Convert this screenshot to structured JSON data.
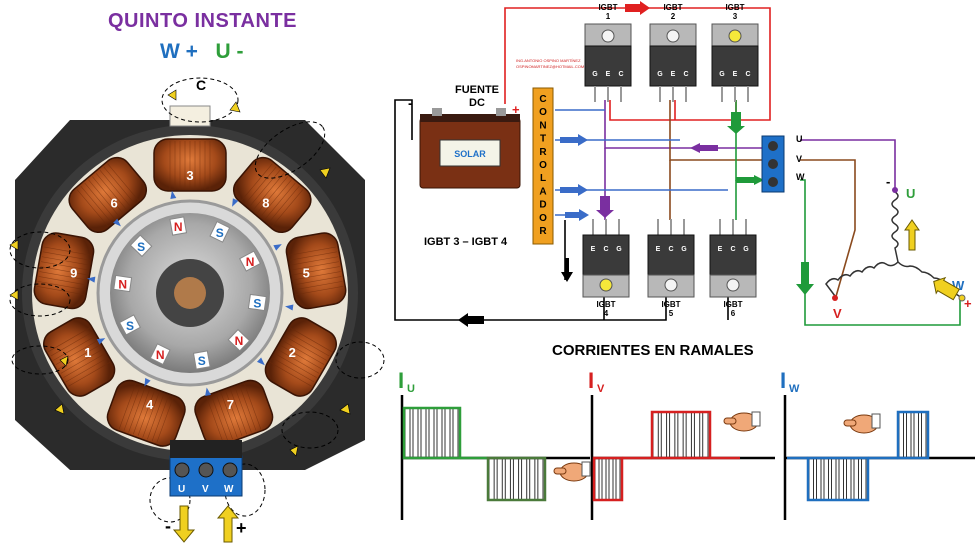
{
  "title": "QUINTO INSTANTE",
  "phases": {
    "w": "W",
    "plus": "+",
    "u": "U",
    "minus": "-"
  },
  "colors": {
    "title": "#7a2fa0",
    "w": "#1f6fbf",
    "u": "#2e9e3a",
    "v": "#d62020",
    "purple": "#7a2fa0",
    "brown": "#8a4a1e",
    "green": "#1f9a3a",
    "blue": "#3a6cc8",
    "red": "#e02020",
    "orange": "#f0a020"
  },
  "motor": {
    "coil_numbers": [
      "1",
      "2",
      "3",
      "4",
      "5",
      "6",
      "7",
      "8",
      "9"
    ],
    "connector_top": "C",
    "terminals": [
      "U",
      "V",
      "W"
    ],
    "bottom_signs": [
      "-",
      "+"
    ],
    "magnets": [
      "N",
      "S",
      "N",
      "S",
      "N",
      "S",
      "N",
      "S",
      "N",
      "S"
    ]
  },
  "circuit": {
    "battery_label": "FUENTE\nDC",
    "battery_brand": "SOLAR",
    "battery_minus": "-",
    "battery_plus": "+",
    "controller": "CONTROLADOR",
    "author": "ING.ANTONIO OSPINO MARTÍNEZ\nOSPINOMARTINEZ@HOTMAIL.COM",
    "top_igbts": [
      {
        "label": "IGBT",
        "num": "1",
        "pins": [
          "G",
          "E",
          "C"
        ],
        "active": false
      },
      {
        "label": "IGBT",
        "num": "2",
        "pins": [
          "G",
          "E",
          "C"
        ],
        "active": false
      },
      {
        "label": "IGBT",
        "num": "3",
        "pins": [
          "G",
          "E",
          "C"
        ],
        "active": true
      }
    ],
    "bottom_igbts": [
      {
        "label": "IGBT",
        "num": "4",
        "pins": [
          "E",
          "C",
          "G"
        ],
        "active": true
      },
      {
        "label": "IGBT",
        "num": "5",
        "pins": [
          "E",
          "C",
          "G"
        ],
        "active": false
      },
      {
        "label": "IGBT",
        "num": "6",
        "pins": [
          "E",
          "C",
          "G"
        ],
        "active": false
      }
    ],
    "terminal_block": [
      "U",
      "V",
      "W"
    ],
    "active_pair": "IGBT 3 – IGBT 4",
    "star_labels": {
      "u": "U",
      "v": "V",
      "w": "W",
      "minus": "-",
      "plus": "+"
    }
  },
  "currents": {
    "title": "CORRIENTES EN RAMALES",
    "iu": {
      "letter": "I",
      "sub": "U"
    },
    "iv": {
      "letter": "I",
      "sub": "V"
    },
    "iw": {
      "letter": "I",
      "sub": "W"
    }
  }
}
